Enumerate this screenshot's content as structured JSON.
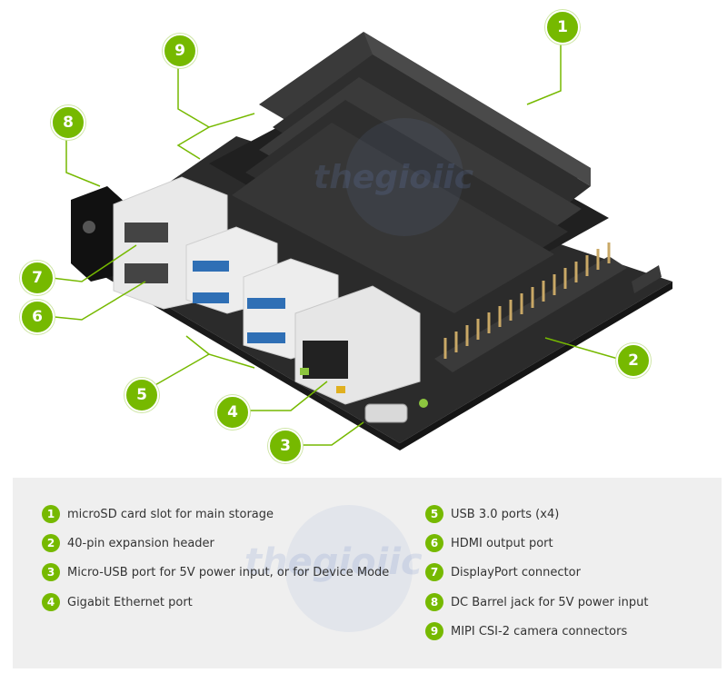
{
  "watermark": {
    "text": "thegioiic"
  },
  "callouts": [
    "1",
    "2",
    "3",
    "4",
    "5",
    "6",
    "7",
    "8",
    "9"
  ],
  "legend": [
    {
      "num": "1",
      "text": "microSD card slot for main storage"
    },
    {
      "num": "2",
      "text": "40-pin expansion header"
    },
    {
      "num": "3",
      "text": "Micro-USB port for 5V power input, or for Device Mode"
    },
    {
      "num": "4",
      "text": "Gigabit Ethernet port"
    },
    {
      "num": "5",
      "text": "USB 3.0 ports (x4)"
    },
    {
      "num": "6",
      "text": "HDMI output port"
    },
    {
      "num": "7",
      "text": "DisplayPort connector"
    },
    {
      "num": "8",
      "text": "DC Barrel jack for 5V power input"
    },
    {
      "num": "9",
      "text": "MIPI CSI-2 camera connectors"
    }
  ],
  "colors": {
    "accent": "#76b900",
    "panel": "#efefef",
    "board": "#2b2b2b",
    "usb_blue": "#2f6fb5"
  }
}
